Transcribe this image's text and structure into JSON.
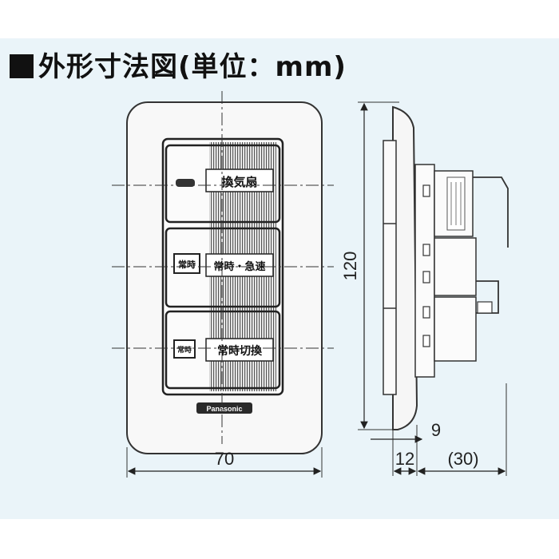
{
  "title": "外形寸法図(単位：mm)",
  "front_view": {
    "buttons": [
      {
        "label": "換気扇",
        "indicator": "",
        "indicator_icon": "pilot-lamp-icon"
      },
      {
        "label": "常時・急速",
        "indicator": "常時",
        "indicator_icon": "mode-badge-icon"
      },
      {
        "label": "常時切換",
        "indicator": "常時",
        "indicator_icon": "switch-badge-icon"
      }
    ],
    "brand": "Panasonic",
    "width_dim": "70"
  },
  "side_view": {
    "height_dim": "120",
    "depth_front_dim": "12",
    "depth_rear_dim": "(30)",
    "gap_dim": "9"
  }
}
